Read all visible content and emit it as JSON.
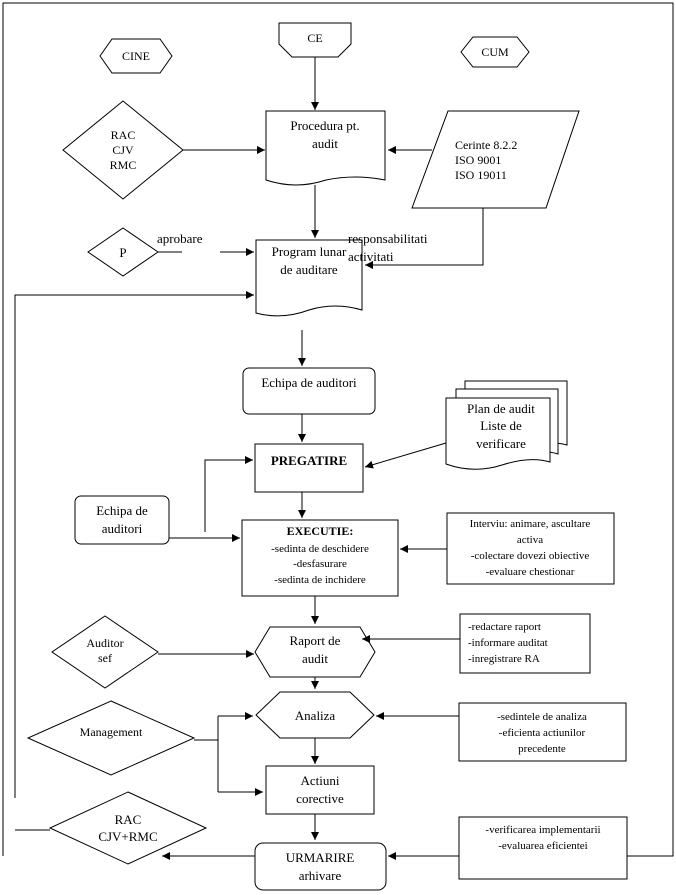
{
  "header": {
    "cine": "CINE",
    "ce": "CE",
    "cum": "CUM"
  },
  "procedure": {
    "line1": "Procedura pt.",
    "line2": "audit"
  },
  "roles": {
    "line1": "RAC",
    "line2": "CJV",
    "line3": "RMC"
  },
  "requirements": {
    "line1": "Cerinte 8.2.2",
    "line2": "ISO 9001",
    "line3": "ISO 19011"
  },
  "approval": {
    "actor": "P",
    "label": "aprobare"
  },
  "responsibilities": {
    "line1": "responsabilitati",
    "line2": "activitati"
  },
  "program": {
    "line1": "Program lunar",
    "line2": "de auditare"
  },
  "team": {
    "label": "Echipa de auditori"
  },
  "plan": {
    "line1": "Plan de audit",
    "line2": "Liste de",
    "line3": "verificare"
  },
  "prep": {
    "label": "PREGATIRE"
  },
  "team2": {
    "line1": "Echipa de",
    "line2": "auditori"
  },
  "execution": {
    "title": "EXECUTIE:",
    "line1": "-sedinta de deschidere",
    "line2": "-desfasurare",
    "line3": "-sedinta de inchidere"
  },
  "interview": {
    "line1": "Interviu: animare, ascultare",
    "line2": "activa",
    "line3": "-colectare dovezi obiective",
    "line4": "-evaluare chestionar"
  },
  "lead_auditor": {
    "line1": "Auditor",
    "line2": "sef"
  },
  "report": {
    "line1": "Raport de",
    "line2": "audit"
  },
  "report_notes": {
    "line1": "-redactare raport",
    "line2": "-informare auditat",
    "line3": "-inregistrare RA"
  },
  "management": {
    "label": "Management"
  },
  "analysis": {
    "label": "Analiza"
  },
  "analysis_notes": {
    "line1": "-sedintele de analiza",
    "line2": "-eficienta actiunilor",
    "line3": "precedente"
  },
  "corrective": {
    "line1": "Actiuni",
    "line2": "corective"
  },
  "roles2": {
    "line1": "RAC",
    "line2": "CJV+RMC"
  },
  "followup": {
    "line1": "URMARIRE",
    "line2": "arhivare"
  },
  "followup_notes": {
    "line1": "-verificarea implementarii",
    "line2": "-evaluarea eficientei"
  }
}
